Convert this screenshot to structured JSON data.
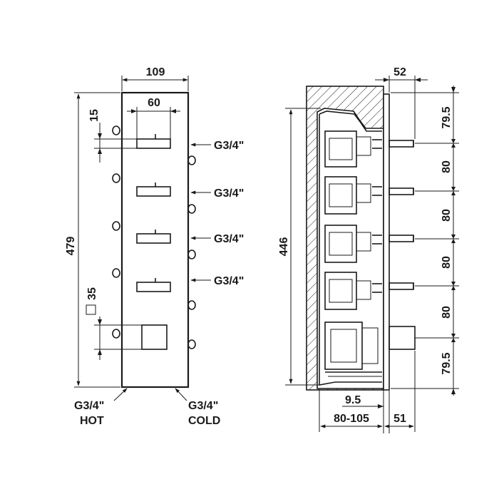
{
  "front_view": {
    "width_outer": "109",
    "width_handles": "60",
    "offset_top": "15",
    "height_total": "479",
    "square_size": "35",
    "outlet_labels": [
      "G3/4\"",
      "G3/4\"",
      "G3/4\"",
      "G3/4\""
    ],
    "inlet_hot_thread": "G3/4\"",
    "inlet_hot_label": "HOT",
    "inlet_cold_thread": "G3/4\"",
    "inlet_cold_label": "COLD"
  },
  "side_view": {
    "protrusion": "52",
    "body_height": "446",
    "spacings": [
      "79.5",
      "80",
      "80",
      "80",
      "80",
      "79.5"
    ],
    "wall_offset": "9.5",
    "depth_range": "80-105",
    "front_depth": "51"
  },
  "colors": {
    "ink": "#1a1a1a",
    "background": "#ffffff"
  }
}
